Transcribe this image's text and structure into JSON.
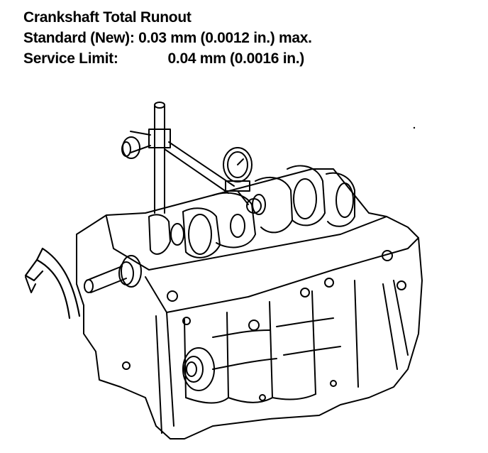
{
  "spec": {
    "title": "Crankshaft Total Runout",
    "standard_label": "Standard (New):",
    "standard_value": "0.03 mm (0.0012 in.) max.",
    "service_label": "Service Limit:",
    "service_value": "0.04 mm (0.0016 in.)"
  },
  "illustration": {
    "subject": "engine-block-with-crankshaft-and-dial-indicator",
    "colors": {
      "ink": "#000000",
      "paper": "#ffffff"
    }
  }
}
